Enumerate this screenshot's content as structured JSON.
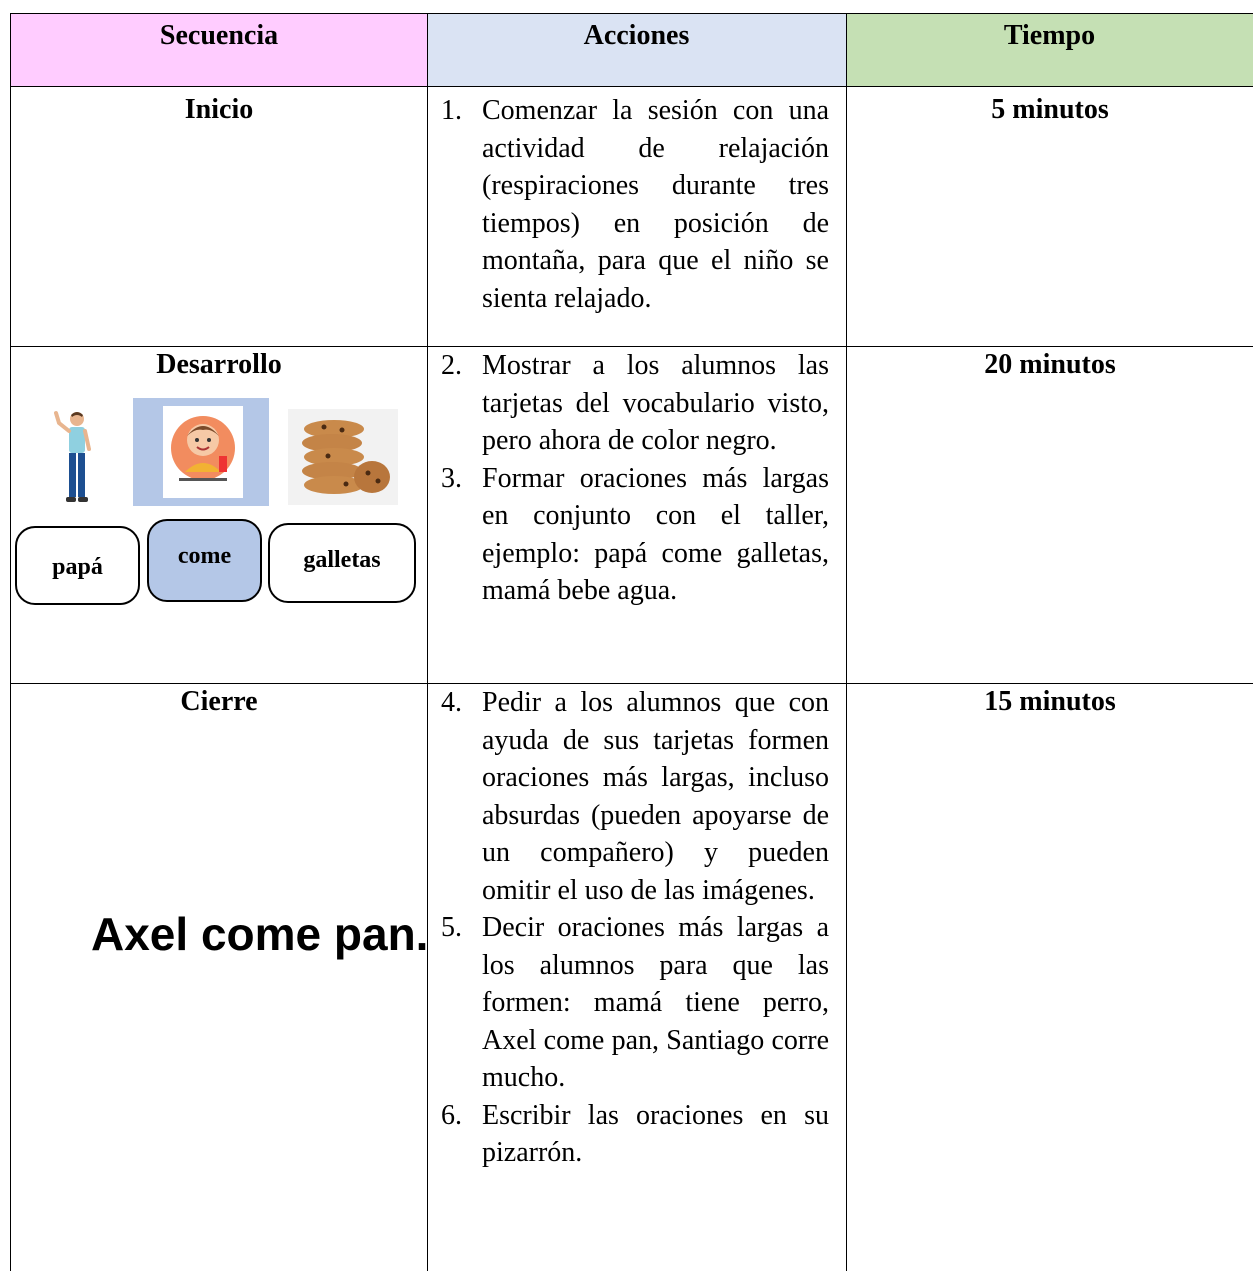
{
  "headers": {
    "secuencia": "Secuencia",
    "acciones": "Acciones",
    "tiempo": "Tiempo"
  },
  "colors": {
    "secuencia_header_bg": "#ffccff",
    "acciones_header_bg": "#dae3f3",
    "tiempo_header_bg": "#c5e0b4",
    "highlight_blue": "#b4c7e7"
  },
  "rows": [
    {
      "label": "Inicio",
      "tiempo": "5 minutos",
      "acciones": [
        {
          "num": "1.",
          "text": "Comenzar la sesión con una actividad de relajación (respiraciones durante tres tiempos) en posición de montaña, para que el niño se sienta relajado."
        }
      ]
    },
    {
      "label": "Desarrollo",
      "tiempo": "20 minutos",
      "cards": [
        "papá",
        "come",
        "galletas"
      ],
      "icons": [
        "man-standing-icon",
        "boy-eating-icon",
        "cookies-icon"
      ],
      "acciones": [
        {
          "num": "2.",
          "text": "Mostrar a los alumnos las tarjetas del vocabulario visto, pero ahora de color negro."
        },
        {
          "num": "3.",
          "text": "Formar oraciones más largas en conjunto con el taller, ejemplo: papá come galletas, mamá bebe agua."
        }
      ]
    },
    {
      "label": "Cierre",
      "tiempo": "15 minutos",
      "example_sentence": "Axel come pan.",
      "acciones": [
        {
          "num": "4.",
          "text": "Pedir a los alumnos que con ayuda de sus tarjetas formen oraciones más largas, incluso absurdas (pueden apoyarse de un compañero) y pueden omitir el uso de las imágenes."
        },
        {
          "num": "5.",
          "text": "Decir oraciones más largas a los alumnos para que las formen: mamá tiene perro, Axel come pan, Santiago corre mucho."
        },
        {
          "num": "6.",
          "text": "Escribir las oraciones en su pizarrón."
        }
      ]
    }
  ]
}
